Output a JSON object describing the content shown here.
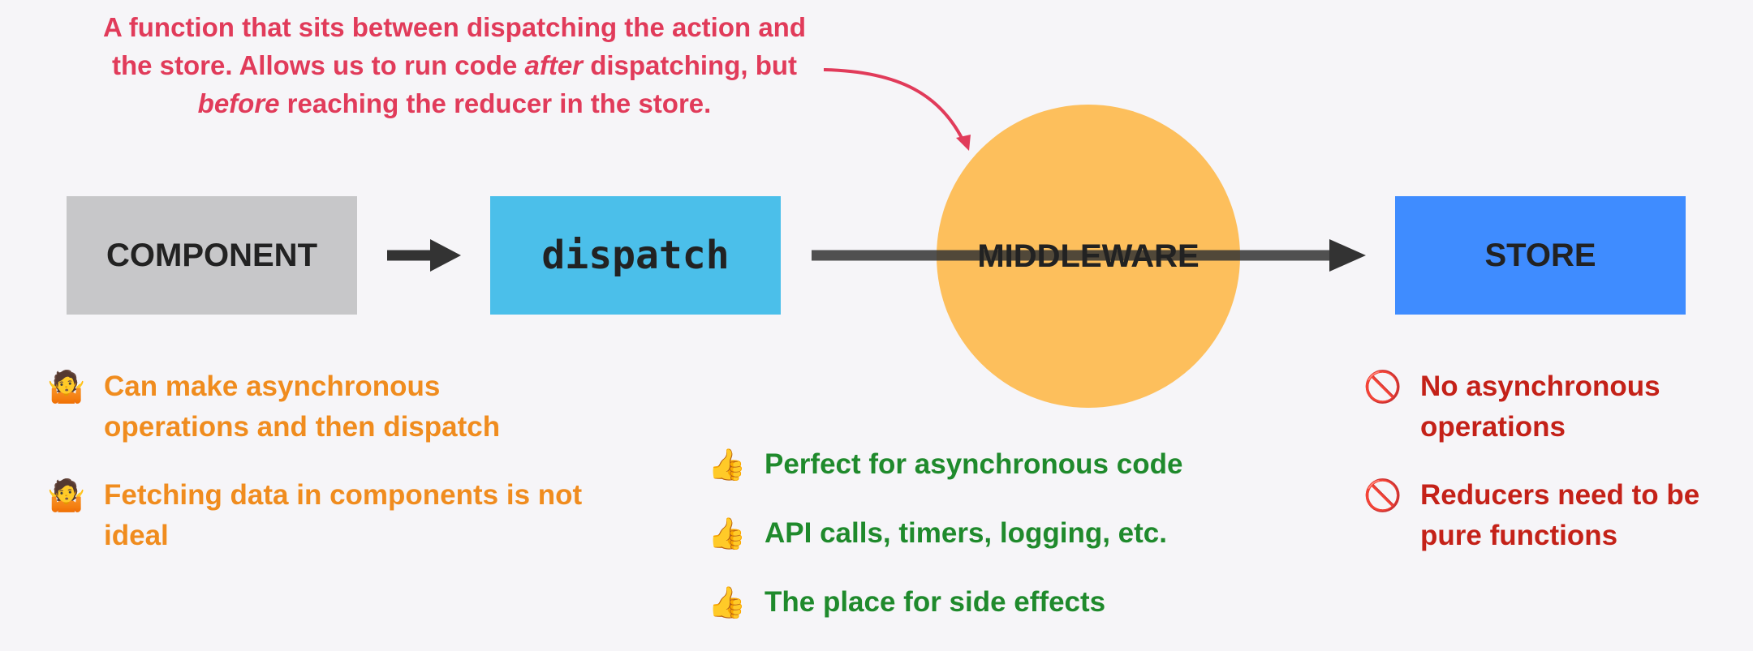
{
  "annotation": {
    "line1": "A function that sits between dispatching the action and",
    "line2_a": "the store. Allows us to run code ",
    "line2_em": "after",
    "line2_b": " dispatching, but",
    "line3_em": "before",
    "line3_b": " reaching the reducer in the store."
  },
  "nodes": {
    "component": "COMPONENT",
    "dispatch": "dispatch",
    "middleware": "MIDDLEWARE",
    "store": "STORE"
  },
  "component_notes": [
    {
      "icon": "person-shrugging-icon",
      "text": "Can make asynchronous operations and then dispatch"
    },
    {
      "icon": "person-shrugging-icon",
      "text": "Fetching data in components is not ideal"
    }
  ],
  "middleware_notes": [
    {
      "icon": "thumbs-up-icon",
      "text": "Perfect for asynchronous code"
    },
    {
      "icon": "thumbs-up-icon",
      "text": "API calls, timers, logging, etc."
    },
    {
      "icon": "thumbs-up-icon",
      "text": "The place for side effects"
    }
  ],
  "store_notes": [
    {
      "icon": "no-entry-icon",
      "text": "No asynchronous operations"
    },
    {
      "icon": "no-entry-icon",
      "text": "Reducers need to be pure functions"
    }
  ],
  "colors": {
    "annotation": "#e13b5a",
    "component_box": "#c7c7c9",
    "dispatch_box": "#4bbfea",
    "middleware_circle": "#fdbf5c",
    "store_box": "#3f8cff",
    "component_notes": "#f08c1e",
    "middleware_notes": "#1f8a2c",
    "store_notes": "#c42118"
  }
}
